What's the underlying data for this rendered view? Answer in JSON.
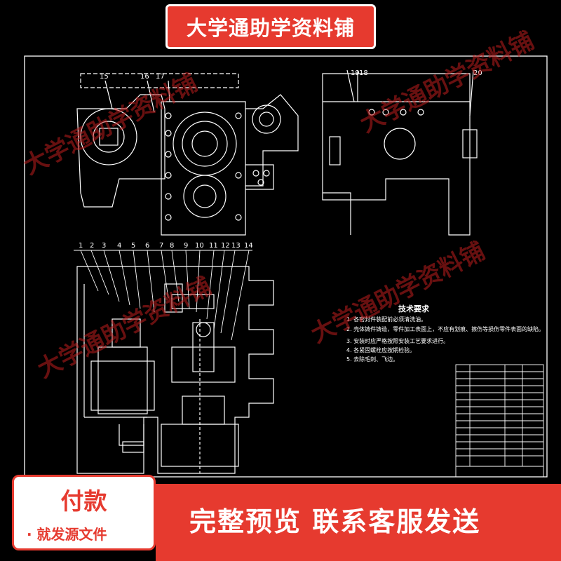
{
  "banner": {
    "title": "大学通助学资料铺"
  },
  "watermarks": [
    "大学通助学资料铺",
    "大学通助学资料铺",
    "大学通助学资料铺",
    "大学通助学资料铺"
  ],
  "drawing": {
    "part_numbers_top": [
      "15",
      "16",
      "17",
      "19",
      "18",
      "20"
    ],
    "part_numbers_section": [
      "1",
      "2",
      "3",
      "4",
      "5",
      "6",
      "7",
      "8",
      "9",
      "10",
      "11",
      "12",
      "13",
      "14"
    ],
    "tech_requirements": {
      "title": "技术要求",
      "items": [
        "1. 各密封件装配前必须清洗油。",
        "2. 壳体铸件铸造，零件加工表面上，不应有划痕、擦伤等损伤零件表面的缺陷。",
        "3. 安装时应严格按照安装工艺要求进行。",
        "4. 各紧固螺栓应按期检验。",
        "5. 去除毛刺、飞边。"
      ]
    }
  },
  "payment": {
    "title": "付款",
    "subtitle": "· 就发源文件"
  },
  "footer": {
    "text": "完整预览 联系客服发送"
  },
  "colors": {
    "accent": "#e63a2f",
    "line": "#ffffff",
    "background": "#000000"
  }
}
